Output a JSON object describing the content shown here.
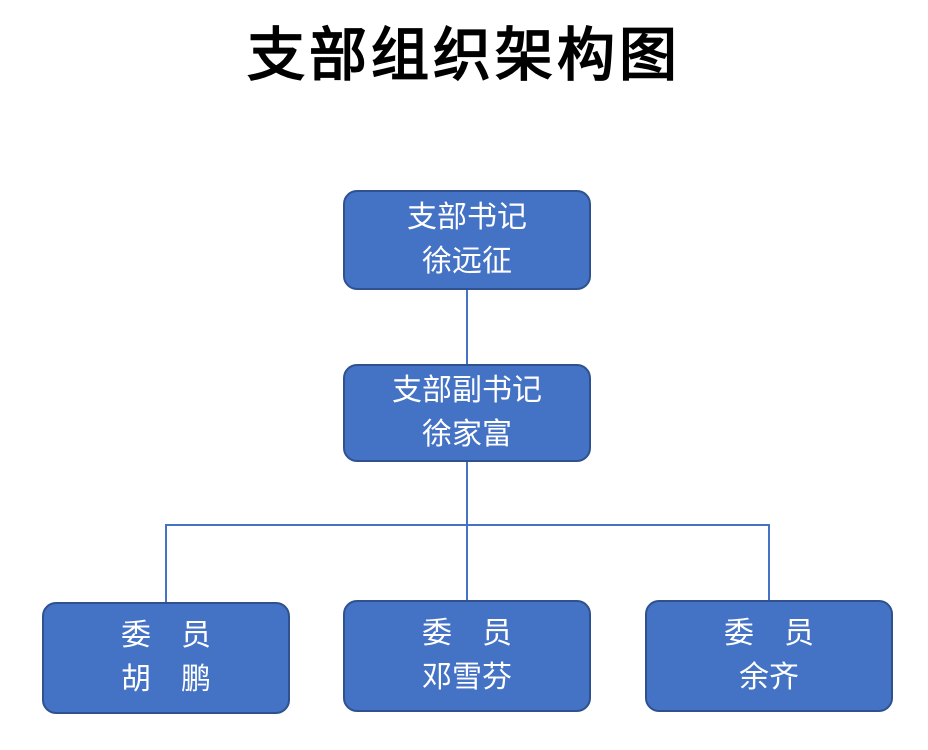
{
  "title": "支部组织架构图",
  "colors": {
    "box_fill": "#4472C4",
    "box_border": "#2F528F",
    "box_text": "#FFFFFF",
    "line": "#4472C4"
  },
  "nodes": {
    "secretary": {
      "role": "支部书记",
      "name": "徐远征"
    },
    "deputy": {
      "role": "支部副书记",
      "name": "徐家富"
    },
    "member1": {
      "role": "委　员",
      "name": "胡　鹏"
    },
    "member2": {
      "role": "委　员",
      "name": "邓雪芬"
    },
    "member3": {
      "role": "委　员",
      "name": "余齐"
    }
  }
}
